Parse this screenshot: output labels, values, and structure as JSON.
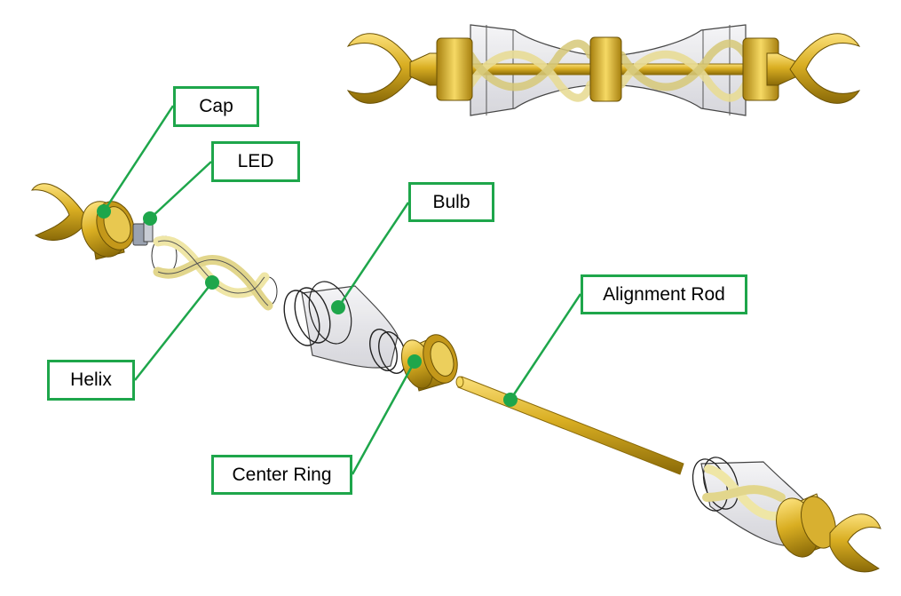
{
  "labels": {
    "cap": "Cap",
    "led": "LED",
    "bulb": "Bulb",
    "alignment_rod": "Alignment Rod",
    "helix": "Helix",
    "center_ring": "Center Ring"
  },
  "colors": {
    "callout_border": "#1ea64b",
    "callout_dot": "#1ea64b",
    "brass": "#d4a820",
    "brass_dark": "#8a6a08",
    "glass_outline": "#333333",
    "helix": "#efe6a6"
  }
}
